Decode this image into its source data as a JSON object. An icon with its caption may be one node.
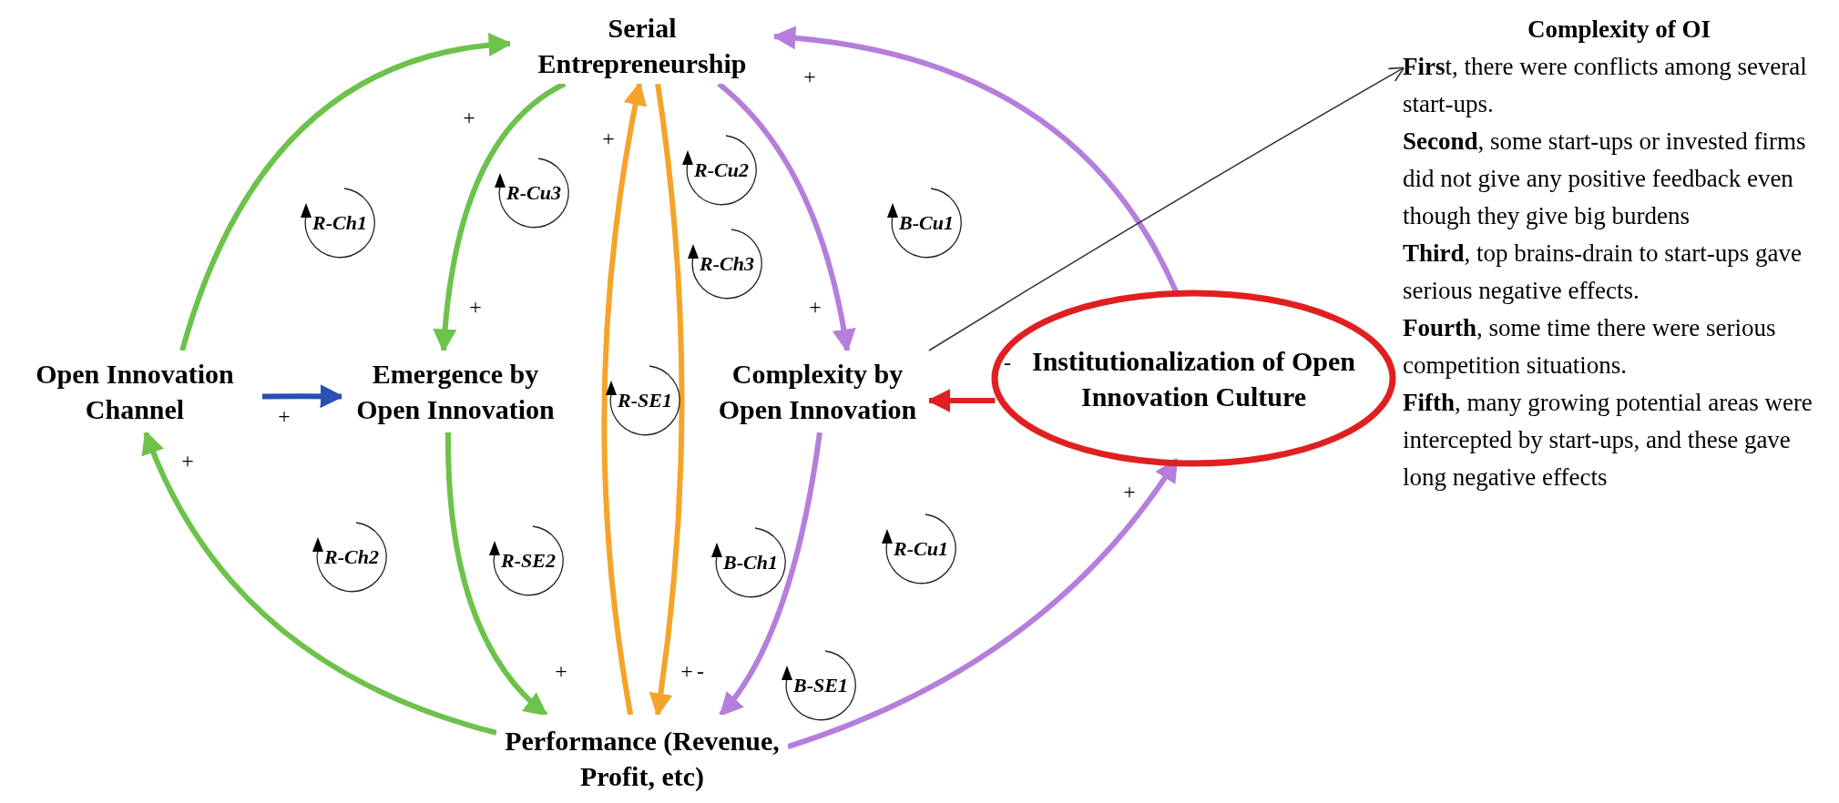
{
  "diagram": {
    "nodes": [
      {
        "text": [
          "Serial Entrepreneurship"
        ]
      },
      {
        "text": [
          "Open Innovation Channel"
        ]
      },
      {
        "text": [
          "Emergence by Open Innovation"
        ]
      },
      {
        "text": [
          "Complexity by Open Innovation"
        ]
      },
      {
        "text": [
          "Institutionalization of Open Innovation Culture"
        ]
      },
      {
        "text": [
          "Performance (Revenue, Profit, etc)"
        ]
      },
      {
        "text": [
          "Complexity of OI",
          "**Firs**t, there were conflicts among several start-ups.",
          "**Second**, some start-ups or invested firms did not give any positive feedback even though they give big burdens",
          "**Third**, top brains-drain to start-ups gave serious negative effects.",
          "**Fourth**, some time there were serious competition situations.",
          "**Fifth**, many growing potential areas were intercepted by start-ups, and these gave long negative effects"
        ]
      }
    ],
    "edges": [
      {
        "from": 1,
        "to": 0,
        "arrow": "to",
        "label": "+",
        "color": "#6cc24a"
      },
      {
        "from": 0,
        "to": 2,
        "arrow": "to",
        "label": "+",
        "color": "#6cc24a"
      },
      {
        "from": 1,
        "to": 2,
        "arrow": "to",
        "label": "+",
        "color": "#2a4fb5"
      },
      {
        "from": 2,
        "to": 5,
        "arrow": "to",
        "label": "+",
        "color": "#6cc24a"
      },
      {
        "from": 5,
        "to": 1,
        "arrow": "to",
        "label": "+",
        "color": "#6cc24a"
      },
      {
        "from": 5,
        "to": 0,
        "arrow": "to",
        "label": "+",
        "color": "#f5a329"
      },
      {
        "from": 0,
        "to": 5,
        "arrow": "to",
        "label": "+",
        "color": "#f5a329"
      },
      {
        "from": 0,
        "to": 3,
        "arrow": "to",
        "label": "+",
        "color": "#b57edc"
      },
      {
        "from": 3,
        "to": 5,
        "arrow": "to",
        "label": "-",
        "color": "#b57edc"
      },
      {
        "from": 5,
        "to": 4,
        "arrow": "to",
        "label": "+",
        "color": "#b57edc"
      },
      {
        "from": 4,
        "to": 0,
        "arrow": "to",
        "label": "+",
        "color": "#b57edc"
      },
      {
        "from": 4,
        "to": 3,
        "arrow": "to",
        "label": "-",
        "color": "#e02020"
      },
      {
        "from": 3,
        "to": 6,
        "arrow": "to",
        "color": "#333333"
      }
    ],
    "labels": [
      "R-Cu2",
      "R-Cu3",
      "R-Ch1",
      "B-Cu1",
      "R-Ch3",
      "R-SE1",
      "R-Cu1",
      "R-Ch2",
      "R-SE2",
      "B-Ch1",
      "B-SE1"
    ]
  }
}
